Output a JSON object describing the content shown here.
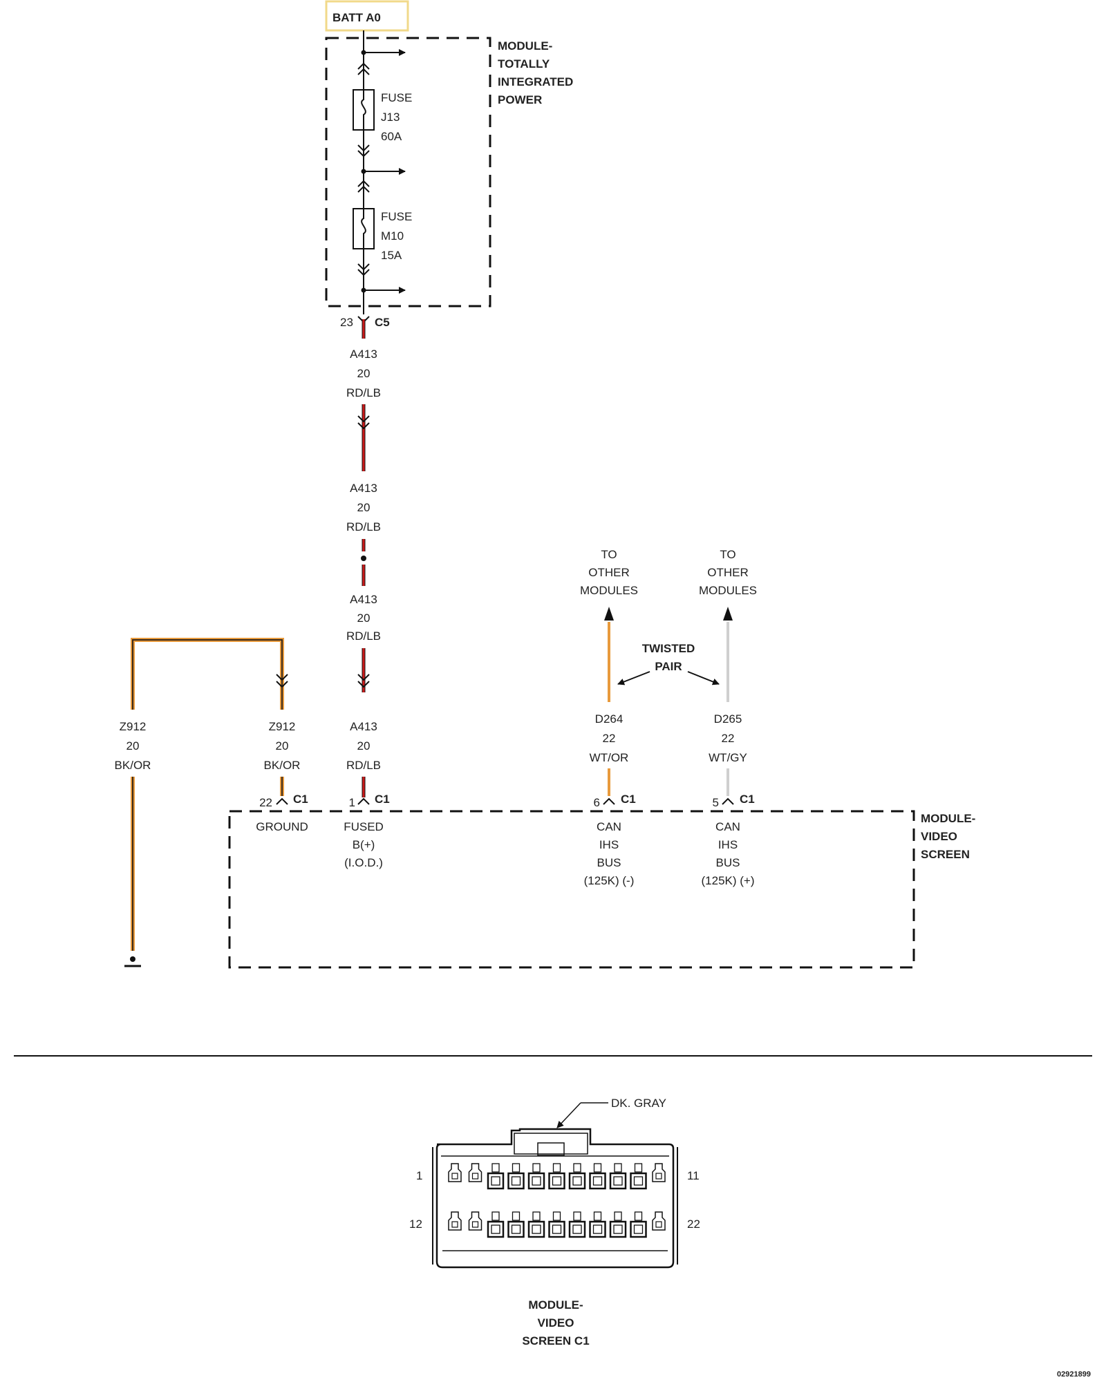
{
  "source": {
    "label": "BATT A0"
  },
  "tipm": {
    "title_lines": [
      "MODULE-",
      "TOTALLY",
      "INTEGRATED",
      "POWER"
    ],
    "fuse1": {
      "lines": [
        "FUSE",
        "J13",
        "60A"
      ]
    },
    "fuse2": {
      "lines": [
        "FUSE",
        "M10",
        "15A"
      ]
    },
    "out_pin": "23",
    "out_conn": "C5"
  },
  "wires": {
    "a413_seg1": [
      "A413",
      "20",
      "RD/LB"
    ],
    "a413_seg2": [
      "A413",
      "20",
      "RD/LB"
    ],
    "a413_seg3": [
      "A413",
      "20",
      "RD/LB"
    ],
    "a413_seg4": [
      "A413",
      "20",
      "RD/LB"
    ],
    "z912_ground": [
      "Z912",
      "20",
      "BK/OR"
    ],
    "z912_pin": [
      "Z912",
      "20",
      "BK/OR"
    ],
    "d264": [
      "D264",
      "22",
      "WT/OR"
    ],
    "d265": [
      "D265",
      "22",
      "WT/GY"
    ]
  },
  "to_other_1": [
    "TO",
    "OTHER",
    "MODULES"
  ],
  "to_other_2": [
    "TO",
    "OTHER",
    "MODULES"
  ],
  "twisted_pair": [
    "TWISTED",
    "PAIR"
  ],
  "video_module": {
    "title_lines": [
      "MODULE-",
      "VIDEO",
      "SCREEN"
    ],
    "pins": [
      {
        "pin": "22",
        "conn": "C1",
        "func": [
          "GROUND"
        ]
      },
      {
        "pin": "1",
        "conn": "C1",
        "func": [
          "FUSED",
          "B(+)",
          "(I.O.D.)"
        ]
      },
      {
        "pin": "6",
        "conn": "C1",
        "func": [
          "CAN",
          "IHS",
          "BUS",
          "(125K) (-)"
        ]
      },
      {
        "pin": "5",
        "conn": "C1",
        "func": [
          "CAN",
          "IHS",
          "BUS",
          "(125K) (+)"
        ]
      }
    ]
  },
  "connector_view": {
    "color_label": "DK. GRAY",
    "pin_labels": {
      "top_left": "1",
      "top_right": "11",
      "bottom_left": "12",
      "bottom_right": "22"
    },
    "caption": [
      "MODULE-",
      "VIDEO",
      "SCREEN C1"
    ]
  },
  "figure_id": "02921899",
  "colors": {
    "red": "#cc1a1a",
    "orange": "#e89a3c",
    "black": "#3a2a1a",
    "gray": "#cfcfcf",
    "batt_box": "#f1d98a"
  }
}
